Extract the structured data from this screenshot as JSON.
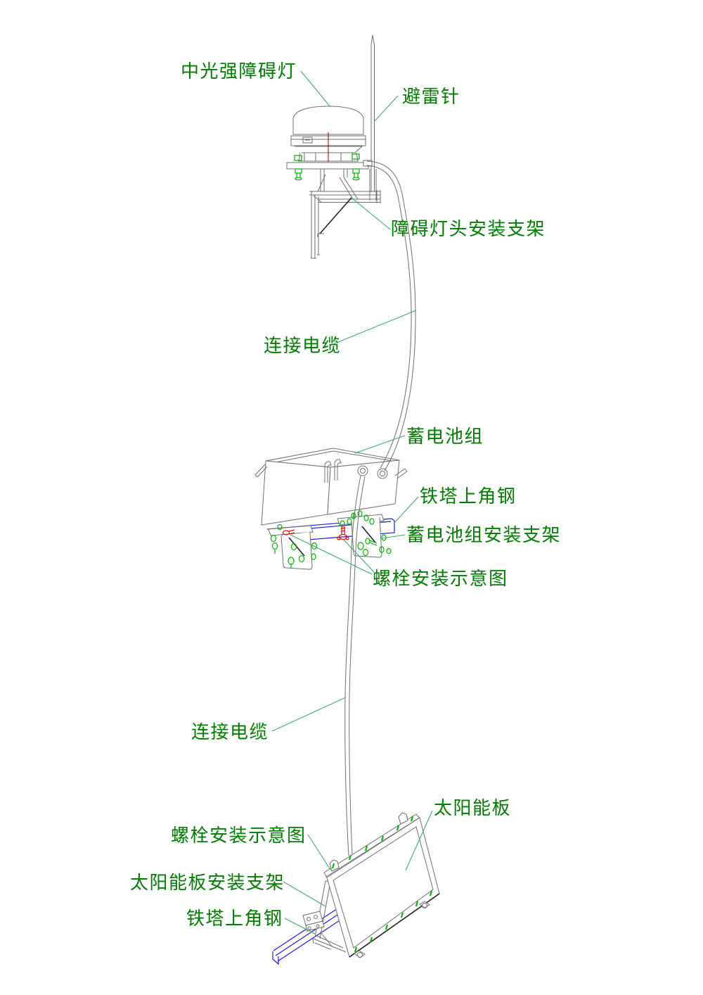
{
  "drawing": {
    "labels": {
      "obstruction_light": "中光强障碍灯",
      "lightning_rod": "避雷针",
      "light_head_bracket": "障碍灯头安装支架",
      "cable_upper": "连接电缆",
      "battery_pack": "蓄电池组",
      "tower_angle_upper": "铁塔上角钢",
      "battery_bracket": "蓄电池组安装支架",
      "bolt_detail_upper": "螺栓安装示意图",
      "cable_lower": "连接电缆",
      "solar_panel": "太阳能板",
      "bolt_detail_lower": "螺栓安装示意图",
      "solar_bracket": "太阳能板安装支架",
      "tower_angle_lower": "铁塔上角钢"
    },
    "colors": {
      "background": "#ffffff",
      "label_text": "#007d00",
      "leader_line": "#3faa6e",
      "structure_line": "#6f6f6f",
      "angle_steel_blue": "#1a1aee",
      "bolt_green": "#00b200",
      "bolt_highlight_red": "#e81313",
      "centerline_red": "#8b0000"
    }
  }
}
